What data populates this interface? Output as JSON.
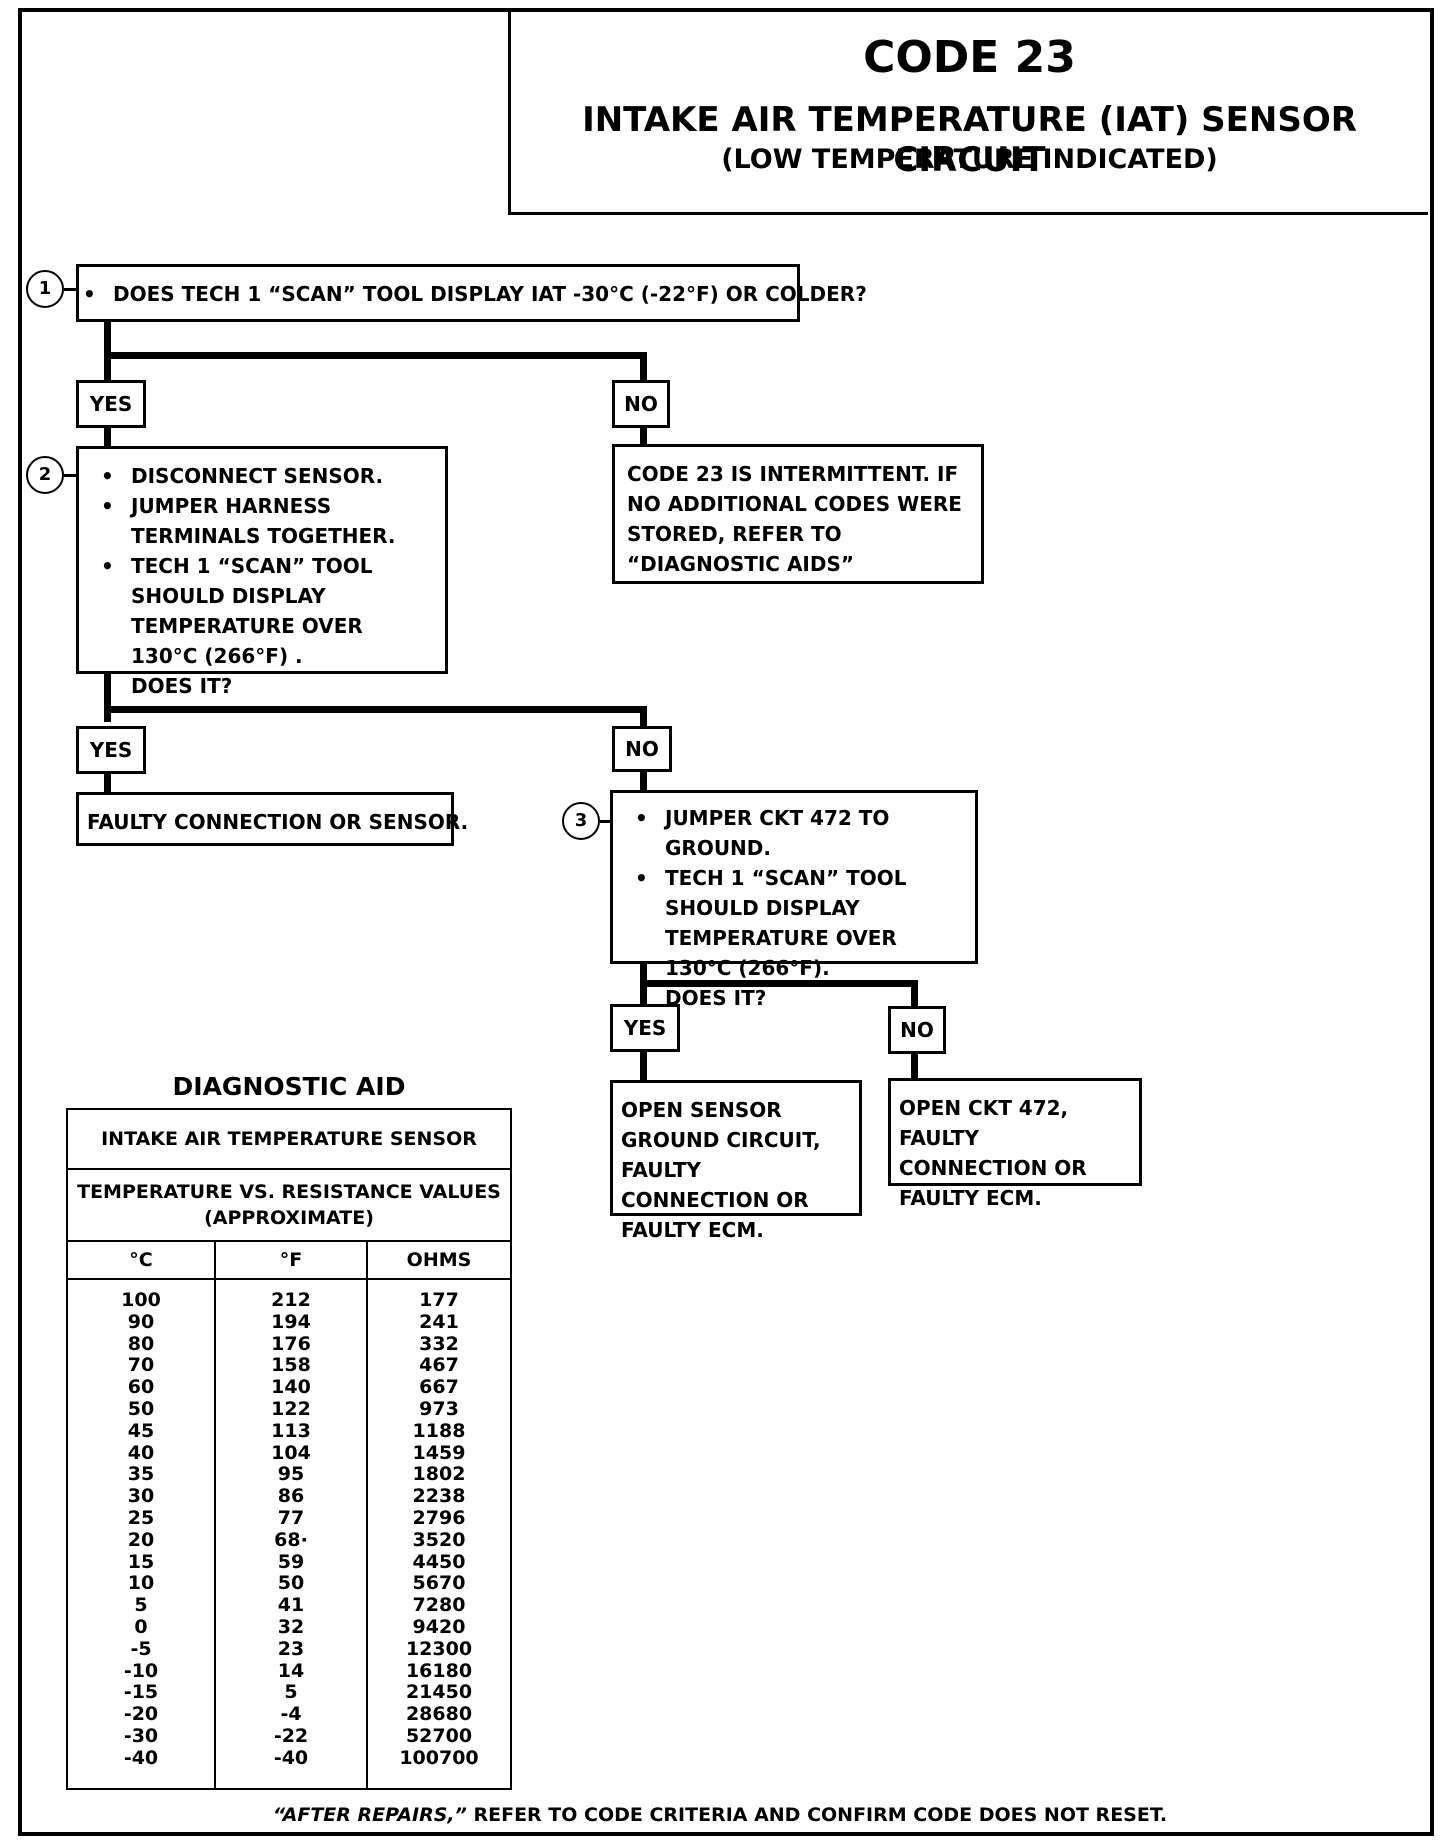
{
  "title": {
    "code": "CODE 23",
    "main": "INTAKE AIR TEMPERATURE (IAT) SENSOR CIRCUIT",
    "sub": "(LOW TEMPERATURE INDICATED)"
  },
  "steps": [
    {
      "number": "1",
      "lines": [
        "DOES TECH 1 “SCAN” TOOL DISPLAY IAT -30°C (-22°F) OR COLDER?"
      ]
    },
    {
      "number": "2",
      "lines": [
        "DISCONNECT SENSOR.",
        "JUMPER HARNESS TERMINALS TOGETHER.",
        "TECH 1 “SCAN” TOOL SHOULD DISPLAY TEMPERATURE OVER 130°C (266°F) ."
      ],
      "question": "DOES IT?"
    },
    {
      "number": "3",
      "lines": [
        "JUMPER CKT 472 TO GROUND.",
        "TECH 1 “SCAN” TOOL SHOULD DISPLAY TEMPERATURE OVER 130°C (266°F)."
      ],
      "question": "DOES IT?"
    }
  ],
  "labels": {
    "yes": "YES",
    "no": "NO"
  },
  "results": {
    "intermittent": "CODE 23 IS INTERMITTENT.  IF NO ADDITIONAL CODES WERE STORED, REFER TO  “DIAGNOSTIC AIDS”",
    "faulty_connection_sensor": "FAULTY CONNECTION OR SENSOR.",
    "open_sensor_ground": "OPEN SENSOR GROUND CIRCUIT, FAULTY CONNECTION OR FAULTY ECM.",
    "open_ckt_472": "OPEN CKT 472, FAULTY CONNECTION OR FAULTY ECM."
  },
  "diagnostic_aid": {
    "title": "DIAGNOSTIC AID",
    "table_title": "INTAKE AIR TEMPERATURE SENSOR",
    "table_subtitle": "TEMPERATURE VS. RESISTANCE VALUES (APPROXIMATE)",
    "columns": [
      "°C",
      "°F",
      "OHMS"
    ],
    "celsius": "100\n90\n80\n70\n60\n50\n45\n40\n35\n30\n25\n20\n15\n10\n5\n0\n-5\n-10\n-15\n-20\n-30\n-40",
    "fahrenheit": "212\n194\n176\n158\n140\n122\n113\n104\n95\n86\n77\n68·\n59\n50\n41\n32\n23\n14\n5\n-4\n-22\n-40",
    "ohms": "177\n241\n332\n467\n667\n973\n1188\n1459\n1802\n2238\n2796\n3520\n4450\n5670\n7280\n9420\n12300\n16180\n21450\n28680\n52700\n100700"
  },
  "footer": {
    "emphasis": "“AFTER REPAIRS,”",
    "text": " REFER TO CODE CRITERIA AND CONFIRM CODE DOES NOT RESET."
  }
}
